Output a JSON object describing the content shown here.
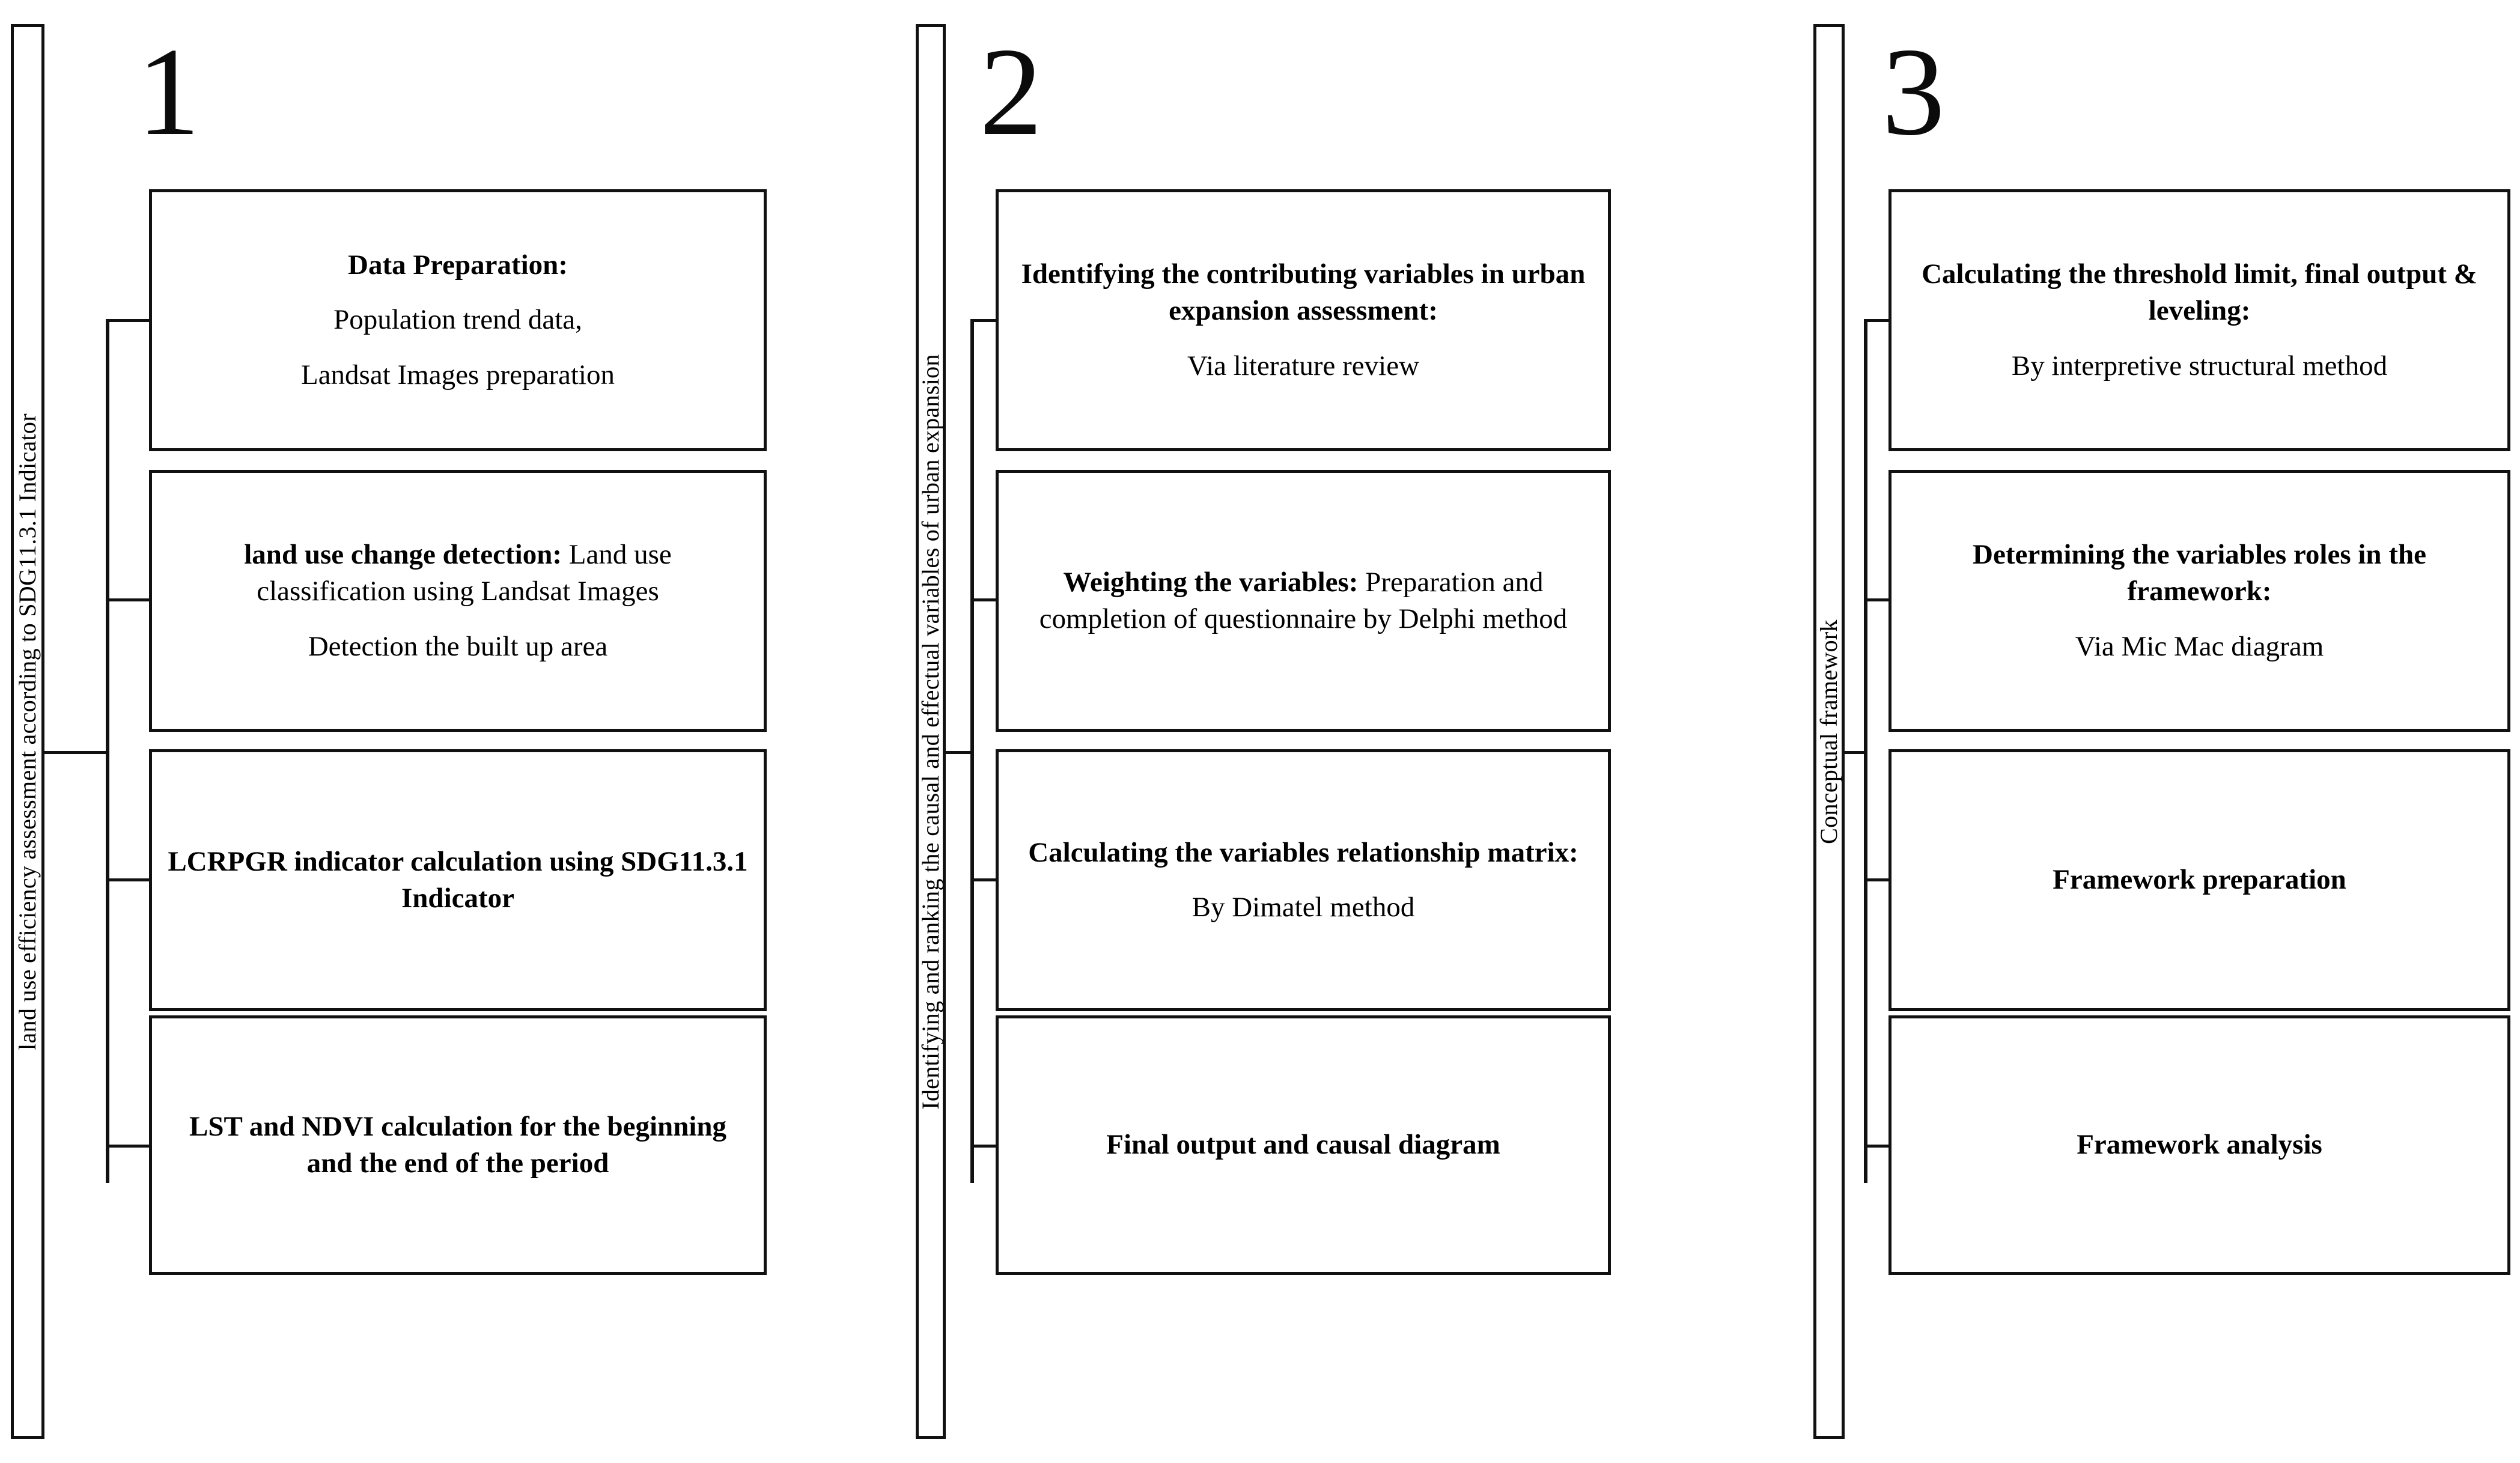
{
  "diagram": {
    "title_absent": true,
    "stages": [
      {
        "number": "1",
        "axis_label": "land use efficiency assessment  according to SDG11.3.1 Indicator",
        "steps": [
          {
            "heading": "Data Preparation:",
            "lines": [
              "Population  trend data,",
              "Landsat  Images preparation"
            ],
            "heading_inline": false
          },
          {
            "heading": "land use change detection:",
            "heading_inline": true,
            "inline_rest": " Land use classification  using Landsat  Images",
            "lines": [
              "Detection the built up area"
            ]
          },
          {
            "heading": "LCRPGR indicator calculation using SDG11.3.1 Indicator",
            "heading_inline": false,
            "lines": []
          },
          {
            "heading": "LST and NDVI calculation for the beginning and the end of the period",
            "heading_inline": false,
            "lines": []
          }
        ]
      },
      {
        "number": "2",
        "axis_label": "Identifying and ranking the causal and effectual variables of urban expansion",
        "steps": [
          {
            "heading": "Identifying the contributing variables in urban expansion assessment:",
            "heading_inline": false,
            "lines": [
              "Via literature  review"
            ]
          },
          {
            "heading": "Weighting the variables:",
            "heading_inline": true,
            "inline_rest": " Preparation and completion of questionnaire  by Delphi method",
            "lines": []
          },
          {
            "heading": "Calculating the variables relationship  matrix:",
            "heading_inline": false,
            "lines": [
              "By Dimatel method"
            ]
          },
          {
            "heading": "Final output and causal diagram",
            "heading_inline": false,
            "lines": []
          }
        ]
      },
      {
        "number": "3",
        "axis_label": "Conceptual framework",
        "steps": [
          {
            "heading": "Calculating the threshold limit, final output & leveling:",
            "heading_inline": false,
            "lines": [
              "By interpretive structural method"
            ]
          },
          {
            "heading": "Determining the variables roles in the framework:",
            "heading_inline": false,
            "lines": [
              "Via Mic Mac diagram"
            ]
          },
          {
            "heading": "Framework  preparation",
            "heading_inline": false,
            "lines": []
          },
          {
            "heading": "Framework  analysis",
            "heading_inline": false,
            "lines": []
          }
        ]
      }
    ],
    "colors": {
      "line": "#111111",
      "background": "#ffffff",
      "text": "#000000"
    }
  }
}
